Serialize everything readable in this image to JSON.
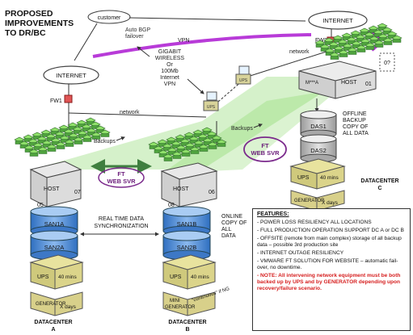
{
  "title": {
    "line1": "PROPOSED",
    "line2": "IMPROVEMENTS",
    "line3": "TO DR/BC"
  },
  "labels": {
    "customer": "customer",
    "auto_bgp1": "Auto BGP",
    "auto_bgp2": "failover",
    "vpn": "VPN",
    "internet": "INTERNET",
    "fw1": "FW1",
    "fw2": "FW2",
    "network": "network",
    "gigabit": [
      "GIGABIT",
      "WIRELESS",
      "Or",
      "100Mb",
      "Internet",
      "VPN"
    ],
    "backups": "Backups",
    "ft_web": [
      "FT",
      "WEB SVR"
    ],
    "offline": [
      "OFFLINE",
      "BACKUP",
      "COPY OF",
      "ALL DATA"
    ],
    "realtime": [
      "REAL TIME DATA",
      "SYNCHRONIZATION"
    ],
    "online": [
      "ONLINE",
      "COPY OF",
      "ALL",
      "DATA"
    ],
    "ups": "UPS",
    "forty": "40 mins",
    "generator": "GENERATOR",
    "xdays": "X days",
    "mini_gen": [
      "MINI",
      "GENERATOR"
    ],
    "continuous": "\"continuous\" if NG",
    "q": "0?",
    "mac": "M***A"
  },
  "hosts": {
    "host": "HOST",
    "h05": "05",
    "h07": "07",
    "h08": "08",
    "h06": "06",
    "h01": "01"
  },
  "storage": {
    "san1a": "SAN1A",
    "san2a": "SAN2A",
    "san1b": "SAN1B",
    "san2b": "SAN2B",
    "das1": "DAS1",
    "das2": "DAS2"
  },
  "datacenters": {
    "dc": "DATACENTER",
    "a": "A",
    "b": "B",
    "c": "C"
  },
  "features": {
    "heading": "FEATURES:",
    "items": [
      "- POWER LOSS RESILIENCY ALL LOCATIONS",
      "- FULL PRODUCTION OPERATION SUPPORT DC A or DC B",
      "- OFFSITE (remote from main complex) storage of all backup data – possible 3rd production site",
      "- INTERNET OUTAGE RESILIENCY",
      "- VMWARE FT SOLUTION FOR WEBSITE – automatic fail-over, no downtime."
    ],
    "note": "- NOTE: All intervening network equipment must be both backed up by UPS and by GENERATOR depending upon recovery/failure scenario."
  },
  "colors": {
    "magenta": "#8a2be2",
    "purple": "#7b2a8c",
    "green": "#7dd35a",
    "blue": "#4a86d4",
    "red": "#d61f1f",
    "darkgreen": "#3f7f3f"
  }
}
